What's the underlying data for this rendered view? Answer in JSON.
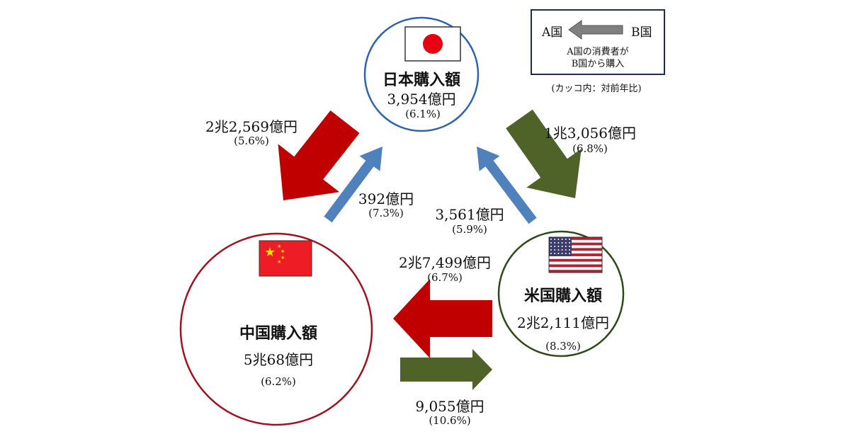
{
  "japan": {
    "title": "日本購入額",
    "amount": "3,954億円",
    "growth": "(6.1%)"
  },
  "china": {
    "title": "中国購入額",
    "amount": "5兆68億円",
    "growth": "(6.2%)"
  },
  "usa": {
    "title": "米国購入額",
    "amount": "2兆2,111億円",
    "growth": "(8.3%)"
  },
  "flows": {
    "china_from_japan": {
      "amount": "2兆2,569億円",
      "growth": "(5.6%)"
    },
    "japan_from_china": {
      "amount": "392億円",
      "growth": "(7.3%)"
    },
    "usa_from_japan": {
      "amount": "1兆3,056億円",
      "growth": "(6.8%)"
    },
    "japan_from_usa": {
      "amount": "3,561億円",
      "growth": "(5.9%)"
    },
    "china_from_usa": {
      "amount": "2兆7,499億円",
      "growth": "(6.7%)"
    },
    "usa_from_china": {
      "amount": "9,055億円",
      "growth": "(10.6%)"
    }
  },
  "legend": {
    "a": "A国",
    "b": "B国",
    "line1": "A国の消費者が",
    "line2": "B国から購入",
    "note": "(カッコ内：対前年比)"
  },
  "colors": {
    "red": "#c00000",
    "blue": "#4f81bd",
    "green": "#4f6228",
    "japan_circle": "#2e64ae",
    "china_circle": "#a01020",
    "usa_circle": "#2f4a1a"
  }
}
